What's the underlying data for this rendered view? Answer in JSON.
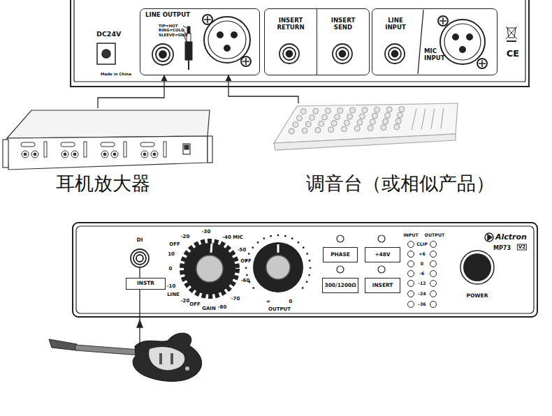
{
  "diagram": {
    "nodes": [
      {
        "text": [
          "DC24V",
          "Made in China"
        ]
      },
      {
        "text": [
          "LINE OUTPUT",
          "TIP=HOT RING=COLD SLEEVE=GND"
        ],
        "in": 0
      },
      {
        "text": [
          "INSERT RETURN"
        ],
        "in": 0
      },
      {
        "text": [
          "INSERT SEND"
        ],
        "in": 0
      },
      {
        "text": [
          "LINE INPUT",
          "MIC INPUT"
        ],
        "in": 0
      },
      {
        "text": [
          "耳机放大器"
        ]
      },
      {
        "text": [
          "调音台（或相似产品）"
        ]
      },
      {
        "text": [
          "Alctron",
          "MP73"
        ]
      },
      {
        "text": [
          "INSTR"
        ],
        "in": 7
      },
      {
        "text": [
          "PHASE"
        ],
        "in": 7
      },
      {
        "text": [
          "+48V"
        ],
        "in": 7
      },
      {
        "text": [
          "300/1200Ω"
        ],
        "in": 7
      },
      {
        "text": [
          "INSERT"
        ],
        "in": 7
      }
    ],
    "edges": [
      {
        "from": 5,
        "to": 1,
        "arrow": "to"
      },
      {
        "from": 6,
        "to": 1,
        "arrow": "to"
      }
    ],
    "labels": [
      "CE",
      "DI",
      "OFF",
      "-20",
      "-30",
      "-40 MIC",
      "10",
      "-50",
      "OFF",
      "0",
      "-60",
      "-10",
      "-70",
      "LINE",
      "-20",
      "OFF",
      "GAIN",
      "-80",
      "∞",
      "0",
      "OUTPUT",
      "INPUT",
      "OUTPUT",
      "CLIP",
      "+6",
      "0",
      "-6",
      "-12",
      "-24",
      "-36",
      "V2",
      "POWER"
    ]
  }
}
